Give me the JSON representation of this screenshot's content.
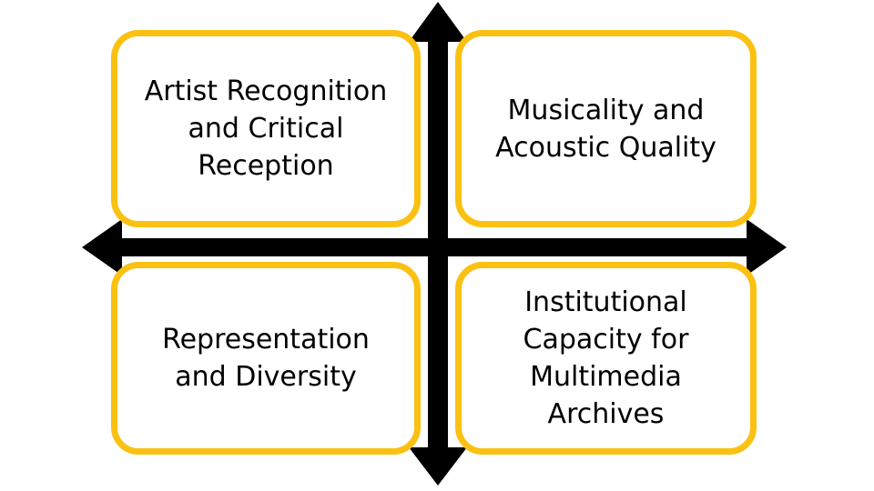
{
  "diagram": {
    "type": "four-quadrant-matrix",
    "background_color": "#FFFFFF",
    "axis_color": "#000000",
    "box_border_color": "#FAC113",
    "box_fill_color": "#FFFFFF",
    "text_color": "#000000",
    "axes": {
      "vertical": {
        "name": "vertical-axis",
        "has_arrow_top": true,
        "has_arrow_bottom": true
      },
      "horizontal": {
        "name": "horizontal-axis",
        "has_arrow_left": true,
        "has_arrow_right": true
      }
    },
    "quadrants": [
      {
        "position": "top-left",
        "label": "Artist Recognition\nand Critical\nReception"
      },
      {
        "position": "top-right",
        "label": "Musicality and\nAcoustic Quality"
      },
      {
        "position": "bottom-left",
        "label": "Representation\nand Diversity"
      },
      {
        "position": "bottom-right",
        "label": "Institutional\nCapacity for\nMultimedia\nArchives"
      }
    ]
  }
}
